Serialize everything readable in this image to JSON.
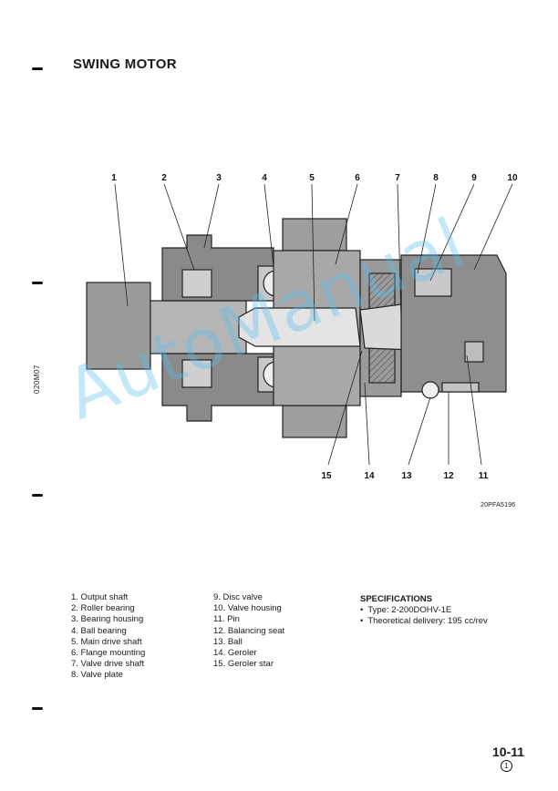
{
  "title": "SWING MOTOR",
  "side_code": "020M07",
  "figure_code": "20PFA5196",
  "watermark": "AutoManual",
  "callouts": [
    "1",
    "2",
    "3",
    "4",
    "5",
    "6",
    "7",
    "8",
    "9",
    "10",
    "11",
    "12",
    "13",
    "14",
    "15"
  ],
  "legend_left": [
    "1. Output shaft",
    "2. Roller bearing",
    "3. Bearing housing",
    "4. Ball bearing",
    "5. Main drive shaft",
    "6. Flange mounting",
    "7. Valve drive shaft",
    "8. Valve plate"
  ],
  "legend_right": [
    "9. Disc valve",
    "10. Valve housing",
    "11. Pin",
    "12. Balancing seat",
    "13. Ball",
    "14. Geroler",
    "15. Geroler star"
  ],
  "specs": {
    "heading": "SPECIFICATIONS",
    "items": [
      "Type: 2-200DOHV-1E",
      "Theoretical delivery: 195 cc/rev"
    ]
  },
  "page_number": "10-11",
  "page_sub": "1"
}
